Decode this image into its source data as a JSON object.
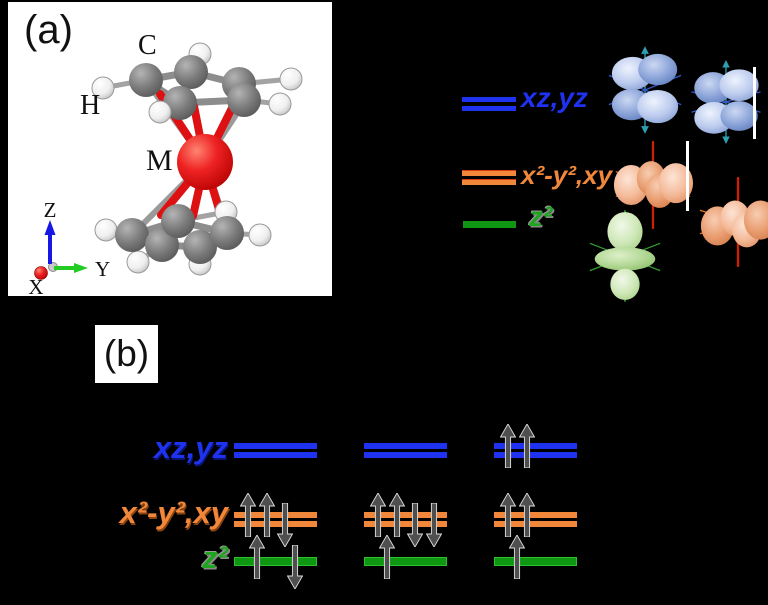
{
  "panel_a": {
    "label": "(a)",
    "atom_labels": {
      "carbon": "C",
      "hydrogen": "H",
      "metal": "M"
    },
    "axis_labels": {
      "x": "X",
      "y": "Y",
      "z": "Z"
    }
  },
  "energy_diagram": {
    "levels": [
      {
        "name": "xz,yz",
        "color": "#1e32f0",
        "degenerate_lines": 2,
        "orbital_images": [
          "dxz-orbital",
          "dyz-orbital"
        ]
      },
      {
        "name": "x²-y²,xy",
        "color": "#f0873a",
        "degenerate_lines": 2,
        "orbital_images": [
          "dx2y2-orbital",
          "dxy-orbital"
        ]
      },
      {
        "name": "z²",
        "color": "#0f9612",
        "degenerate_lines": 1,
        "orbital_images": [
          "dz2-orbital"
        ]
      }
    ]
  },
  "panel_b": {
    "label": "(b)",
    "row_labels": [
      "xz,yz",
      "x²-y²,xy",
      "z²"
    ],
    "configurations": [
      {
        "xz_yz": [],
        "x2y2_xy": [
          "up",
          "up",
          "down"
        ],
        "z2": [
          "up",
          "down"
        ]
      },
      {
        "xz_yz": [],
        "x2y2_xy": [
          "up",
          "up",
          "down",
          "down"
        ],
        "z2": [
          "up"
        ]
      },
      {
        "xz_yz": [
          "up",
          "up"
        ],
        "x2y2_xy": [
          "up",
          "up"
        ],
        "z2": [
          "up"
        ]
      }
    ]
  },
  "colors": {
    "background": "#000000",
    "panel_background": "#ffffff",
    "blue": "#1e32f0",
    "orange": "#f0873a",
    "green": "#0f9612",
    "arrow_gray": "#4f4f4f",
    "metal_red": "#e41c1c"
  }
}
